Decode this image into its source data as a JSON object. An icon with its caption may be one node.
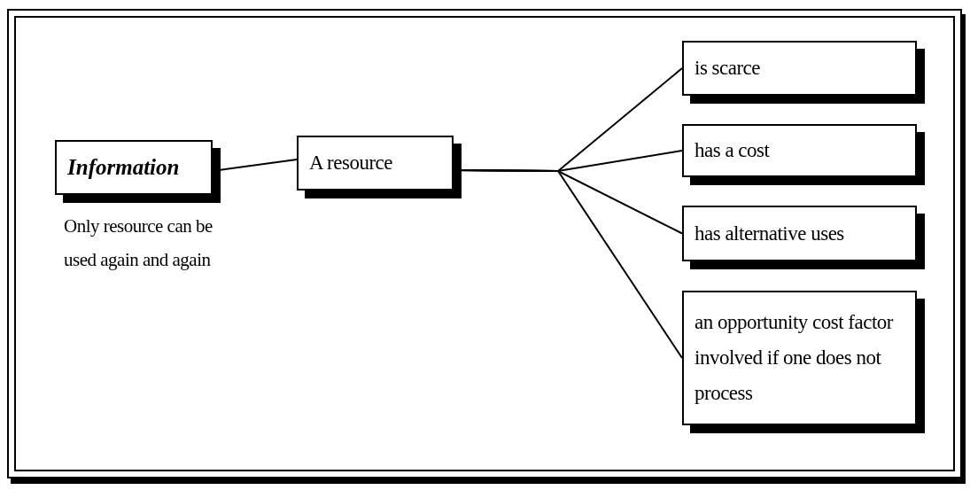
{
  "diagram": {
    "nodes": [
      {
        "text": [
          "Information"
        ],
        "beside": [
          "Only resource can be used again and again"
        ]
      },
      {
        "text": [
          "A resource"
        ]
      },
      {
        "text": [
          "is scarce"
        ]
      },
      {
        "text": [
          "has a cost"
        ]
      },
      {
        "text": [
          "has alternative uses"
        ]
      },
      {
        "text": [
          "an opportunity cost factor involved if one does not process"
        ]
      }
    ],
    "edges": [
      {
        "from": 0,
        "to": 1,
        "arrow": "none"
      },
      {
        "from": 1,
        "to": 2,
        "arrow": "none"
      },
      {
        "from": 1,
        "to": 3,
        "arrow": "none"
      },
      {
        "from": 1,
        "to": 4,
        "arrow": "none"
      },
      {
        "from": 1,
        "to": 5,
        "arrow": "none"
      }
    ]
  }
}
